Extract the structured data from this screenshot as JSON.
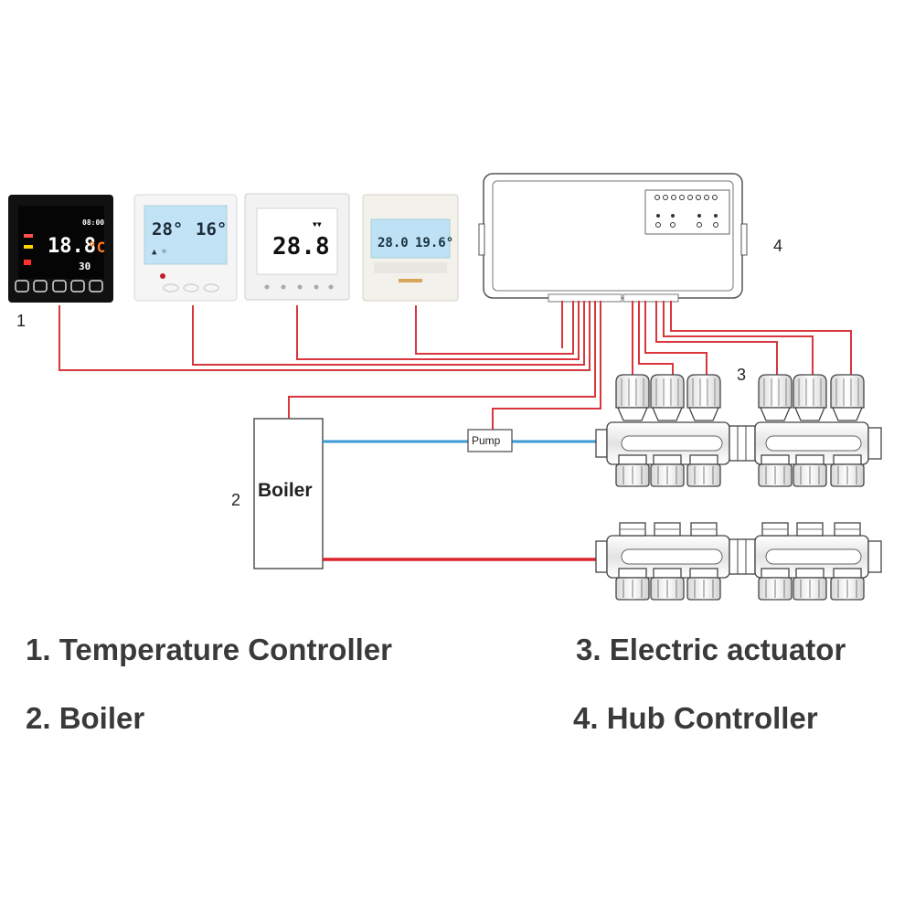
{
  "diagram": {
    "callouts": {
      "thermostat": "1",
      "boiler": "2",
      "actuator": "3",
      "hub": "4"
    },
    "boiler_label": "Boiler",
    "pump_label": "Pump",
    "legend": [
      "1. Temperature Controller",
      "2. Boiler",
      "3. Electric actuator",
      "4. Hub Controller"
    ],
    "thermostats": [
      {
        "main": "18.8",
        "unit": "°C",
        "sub": "30",
        "top": "08:00"
      },
      {
        "left": "28°",
        "right": "16°"
      },
      {
        "main": "28.8"
      },
      {
        "left": "28.0",
        "right": "19.6°"
      }
    ],
    "colors": {
      "signal_wire": "#d9363e",
      "cold_pipe": "#3d9ad6",
      "hot_pipe": "#d9232e",
      "lcd_blue": "#bfe1f5"
    }
  }
}
